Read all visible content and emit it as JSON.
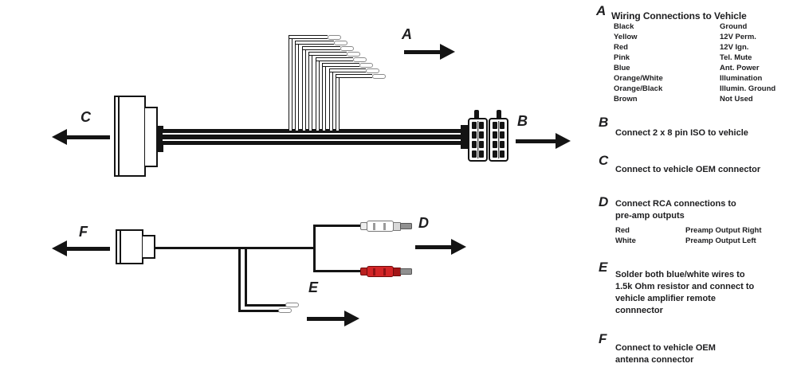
{
  "arrow_labels": {
    "a": "A",
    "b": "B",
    "c": "C",
    "d": "D",
    "e": "E",
    "f": "F"
  },
  "legend": {
    "a": {
      "letter": "A",
      "title": "Wiring Connections to Vehicle",
      "rows": [
        {
          "wire": "Black",
          "function": "Ground"
        },
        {
          "wire": "Yellow",
          "function": "12V Perm."
        },
        {
          "wire": "Red",
          "function": "12V Ign."
        },
        {
          "wire": "Pink",
          "function": "Tel. Mute"
        },
        {
          "wire": "Blue",
          "function": "Ant. Power"
        },
        {
          "wire": "Orange/White",
          "function": "Illumination"
        },
        {
          "wire": "Orange/Black",
          "function": "Illumin. Ground"
        },
        {
          "wire": "Brown",
          "function": "Not Used"
        }
      ]
    },
    "b": {
      "letter": "B",
      "text": "Connect 2 x 8 pin ISO to vehicle"
    },
    "c": {
      "letter": "C",
      "text": "Connect to vehicle OEM connector"
    },
    "d": {
      "letter": "D",
      "lines": [
        "Connect RCA connections to",
        "pre-amp outputs"
      ],
      "rows": [
        {
          "wire": "Red",
          "function": "Preamp Output Right"
        },
        {
          "wire": "White",
          "function": "Preamp Output Left"
        }
      ]
    },
    "e": {
      "letter": "E",
      "lines": [
        "Solder both blue/white wires to",
        "1.5k Ohm resistor and connect to",
        "vehicle amplifier remote",
        "connnector"
      ]
    },
    "f": {
      "letter": "F",
      "lines": [
        "Connect to vehicle OEM",
        "antenna connector"
      ]
    }
  },
  "colors": {
    "line": "#141414",
    "terminal_outline": "#8a8a8a",
    "rca_red": "#d32527",
    "rca_white": "#ffffff",
    "pin_gray": "#909090"
  }
}
